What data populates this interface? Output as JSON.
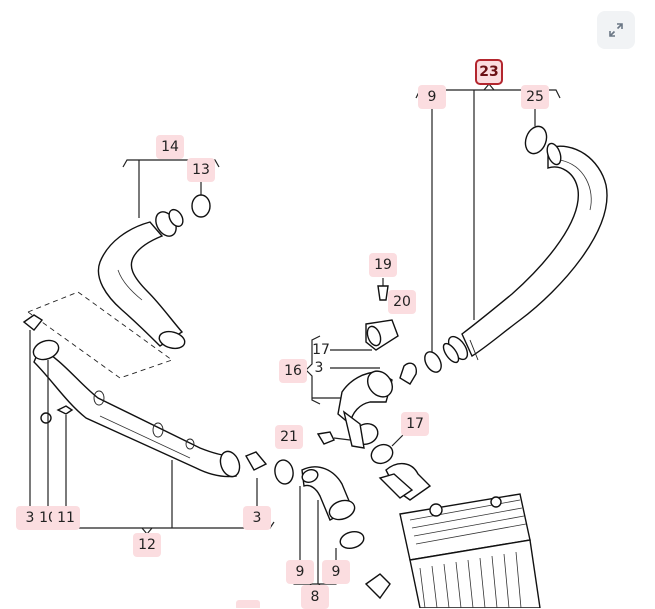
{
  "toolbar": {
    "expand_icon": "expand-arrows-icon"
  },
  "labels": {
    "n23": "23",
    "n9a": "9",
    "n25": "25",
    "n14": "14",
    "n13": "13",
    "n19": "19",
    "n20": "20",
    "n17a": "17",
    "n16": "16",
    "n3a": "3",
    "n17b": "17",
    "n21": "21",
    "n3b": "3",
    "n10": "10",
    "n11": "11",
    "n3c": "3",
    "n12": "12",
    "n9b": "9",
    "n9c": "9",
    "n8": "8"
  },
  "colors": {
    "label_bg": "#fbdde0",
    "selected_border": "#b3262e"
  }
}
